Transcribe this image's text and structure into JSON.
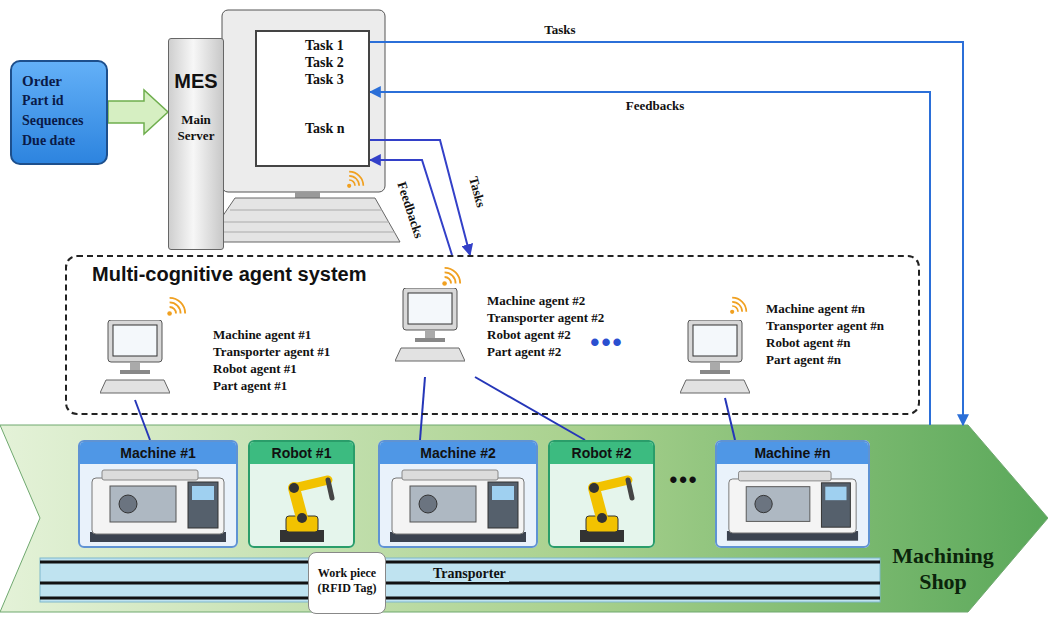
{
  "diagram": {
    "nodes": [
      {
        "text": [
          "Order",
          "Part id",
          "Sequences",
          "Due date"
        ]
      },
      {
        "text": [
          "MES",
          "Main Server"
        ]
      },
      {
        "text": [
          "Task 1",
          "Task 2",
          "Task 3",
          "Task n"
        ]
      },
      {
        "text": [
          "Multi-cognitive agent system"
        ]
      },
      {
        "text": [
          "Machine agent #1",
          "Transporter agent #1",
          "Robot agent #1",
          "Part agent #1"
        ],
        "in": 3
      },
      {
        "text": [
          "Machine agent #2",
          "Transporter agent #2",
          "Robot agent #2",
          "Part agent #2"
        ],
        "in": 3
      },
      {
        "text": [
          "Machine agent #n",
          "Transporter agent #n",
          "Robot agent #n",
          "Part agent #n"
        ],
        "in": 3
      },
      {
        "text": [
          "Machining Shop"
        ]
      },
      {
        "text": [
          "Machine #1"
        ],
        "in": 7
      },
      {
        "text": [
          "Robot #1"
        ],
        "in": 7
      },
      {
        "text": [
          "Machine #2"
        ],
        "in": 7
      },
      {
        "text": [
          "Robot #2"
        ],
        "in": 7
      },
      {
        "text": [
          "Machine #n"
        ],
        "in": 7
      },
      {
        "text": [
          "Transporter"
        ],
        "in": 7
      },
      {
        "text": [
          "Work piece (RFID Tag)"
        ],
        "in": 13
      }
    ],
    "edges": [
      {
        "from": 0,
        "to": 1,
        "arrow": "to"
      },
      {
        "from": 2,
        "to": 7,
        "label": "Tasks",
        "arrow": "to"
      },
      {
        "from": 7,
        "to": 2,
        "label": "Feedbacks",
        "arrow": "to"
      },
      {
        "from": 2,
        "to": 3,
        "label": "Tasks",
        "arrow": "to"
      },
      {
        "from": 3,
        "to": 2,
        "label": "Feedbacks",
        "arrow": "to"
      },
      {
        "from": 4,
        "to": 8,
        "arrow": "none"
      },
      {
        "from": 5,
        "to": 10,
        "arrow": "none"
      },
      {
        "from": 5,
        "to": 11,
        "arrow": "none"
      },
      {
        "from": 6,
        "to": 12,
        "arrow": "none"
      }
    ],
    "labels": [
      "•••",
      "•••"
    ]
  }
}
